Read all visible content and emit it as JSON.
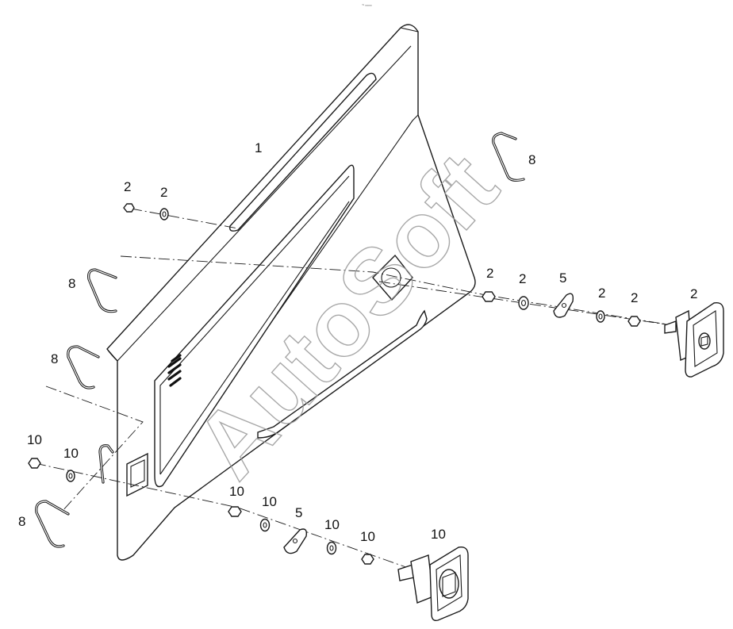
{
  "header": {
    "tiny_text": "°ᵇ ═══"
  },
  "watermark": {
    "text": "AutoSoft"
  },
  "callouts": [
    {
      "id": "c1",
      "text": "1"
    },
    {
      "id": "c2a",
      "text": "2"
    },
    {
      "id": "c2b",
      "text": "2"
    },
    {
      "id": "c8a",
      "text": "8"
    },
    {
      "id": "c8b",
      "text": "8"
    },
    {
      "id": "c8c",
      "text": "8"
    },
    {
      "id": "c8d",
      "text": "8"
    },
    {
      "id": "c2c",
      "text": "2"
    },
    {
      "id": "c2d",
      "text": "2"
    },
    {
      "id": "c5a",
      "text": "5"
    },
    {
      "id": "c2e",
      "text": "2"
    },
    {
      "id": "c2f",
      "text": "2"
    },
    {
      "id": "c2g",
      "text": "2"
    },
    {
      "id": "c10a",
      "text": "10"
    },
    {
      "id": "c10b",
      "text": "10"
    },
    {
      "id": "c10c",
      "text": "10"
    },
    {
      "id": "c10d",
      "text": "10"
    },
    {
      "id": "c5b",
      "text": "5"
    },
    {
      "id": "c10e",
      "text": "10"
    },
    {
      "id": "c10f",
      "text": "10"
    },
    {
      "id": "c10g",
      "text": "10"
    }
  ]
}
